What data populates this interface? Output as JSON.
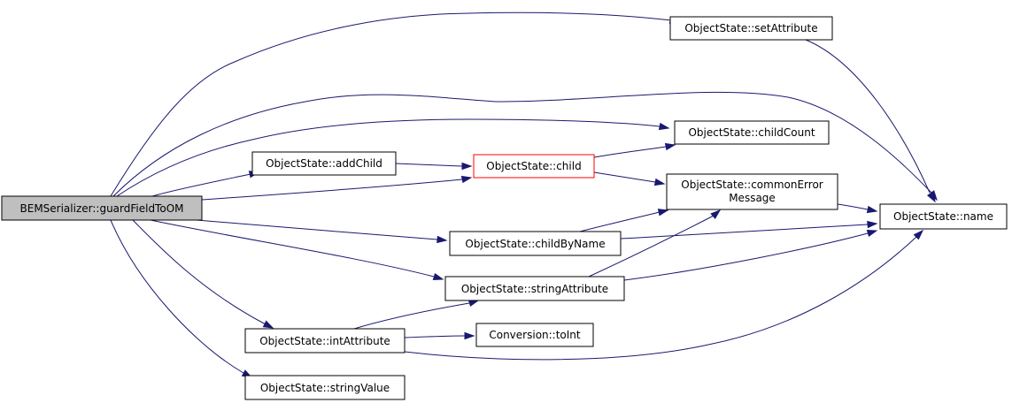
{
  "graph": {
    "edge_color": "#191970",
    "root_fill": "#bfbfbf",
    "highlight_stroke": "#ff0000",
    "nodes": {
      "guardFieldToOM": {
        "lines": [
          "BEMSerializer::guardFieldToOM"
        ]
      },
      "setAttribute": {
        "lines": [
          "ObjectState::setAttribute"
        ]
      },
      "childCount": {
        "lines": [
          "ObjectState::childCount"
        ]
      },
      "addChild": {
        "lines": [
          "ObjectState::addChild"
        ]
      },
      "child": {
        "lines": [
          "ObjectState::child"
        ]
      },
      "commonErrorMessage": {
        "lines": [
          "ObjectState::commonError",
          "Message"
        ]
      },
      "name": {
        "lines": [
          "ObjectState::name"
        ]
      },
      "childByName": {
        "lines": [
          "ObjectState::childByName"
        ]
      },
      "stringAttribute": {
        "lines": [
          "ObjectState::stringAttribute"
        ]
      },
      "intAttribute": {
        "lines": [
          "ObjectState::intAttribute"
        ]
      },
      "toInt": {
        "lines": [
          "Conversion::toInt"
        ]
      },
      "stringValue": {
        "lines": [
          "ObjectState::stringValue"
        ]
      }
    },
    "edges": [
      {
        "from": "guardFieldToOM",
        "to": "setAttribute"
      },
      {
        "from": "guardFieldToOM",
        "to": "name"
      },
      {
        "from": "guardFieldToOM",
        "to": "childCount"
      },
      {
        "from": "guardFieldToOM",
        "to": "addChild"
      },
      {
        "from": "guardFieldToOM",
        "to": "child"
      },
      {
        "from": "guardFieldToOM",
        "to": "childByName"
      },
      {
        "from": "guardFieldToOM",
        "to": "stringAttribute"
      },
      {
        "from": "guardFieldToOM",
        "to": "intAttribute"
      },
      {
        "from": "guardFieldToOM",
        "to": "stringValue"
      },
      {
        "from": "setAttribute",
        "to": "name"
      },
      {
        "from": "addChild",
        "to": "child"
      },
      {
        "from": "child",
        "to": "childCount"
      },
      {
        "from": "child",
        "to": "commonErrorMessage"
      },
      {
        "from": "commonErrorMessage",
        "to": "name"
      },
      {
        "from": "childByName",
        "to": "commonErrorMessage"
      },
      {
        "from": "childByName",
        "to": "name"
      },
      {
        "from": "stringAttribute",
        "to": "commonErrorMessage"
      },
      {
        "from": "stringAttribute",
        "to": "name"
      },
      {
        "from": "intAttribute",
        "to": "stringAttribute"
      },
      {
        "from": "intAttribute",
        "to": "toInt"
      },
      {
        "from": "intAttribute",
        "to": "name"
      }
    ]
  }
}
